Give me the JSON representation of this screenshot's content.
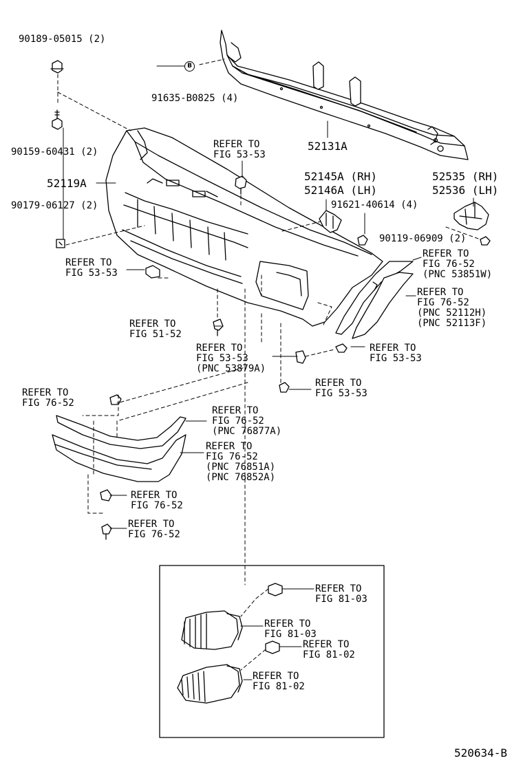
{
  "diagram_code": "520634-B",
  "callout_circle": "B",
  "parts": {
    "clip_top": "90189-05015 (2)",
    "screw_top": "90159-60431 (2)",
    "retainer_left": "90179-06127 (2)",
    "clip_b": "91635-B0825 (4)",
    "reinforcement": "52131A",
    "bumper_cover": "52119A",
    "bracket_rh": "52145A (RH)",
    "bracket_lh": "52146A (LH)",
    "bolt_bracket": "91621-40614 (4)",
    "side_retainer_rh": "52535 (RH)",
    "side_retainer_lh": "52536 (LH)",
    "screw_side": "90119-06909 (2)"
  },
  "references": {
    "fig_53_53_top": [
      "REFER TO",
      "FIG 53-53"
    ],
    "fig_53_53_left": [
      "REFER TO",
      "FIG 53-53"
    ],
    "fig_51_52": [
      "REFER TO",
      "FIG 51-52"
    ],
    "fig_53_53_pnc": [
      "REFER TO",
      "FIG 53-53",
      "(PNC 53879A)"
    ],
    "fig_53_53_right": [
      "REFER TO",
      "FIG 53-53"
    ],
    "fig_53_53_lower": [
      "REFER TO",
      "FIG 53-53"
    ],
    "fig_76_52_53851w": [
      "REFER TO",
      "FIG 76-52",
      "(PNC 53851W)"
    ],
    "fig_76_52_52112h": [
      "REFER TO",
      "FIG 76-52",
      "(PNC 52112H)",
      "(PNC 52113F)"
    ],
    "fig_76_52_left": [
      "REFER TO",
      "FIG 76-52"
    ],
    "fig_76_52_76877a": [
      "REFER TO",
      "FIG 76-52",
      "(PNC 76877A)"
    ],
    "fig_76_52_76851a": [
      "REFER TO",
      "FIG 76-52",
      "(PNC 76851A)",
      "(PNC 76852A)"
    ],
    "fig_76_52_clip": [
      "REFER TO",
      "FIG 76-52"
    ],
    "fig_76_52_screw": [
      "REFER TO",
      "FIG 76-52"
    ],
    "fig_81_03_socket": [
      "REFER TO",
      "FIG 81-03"
    ],
    "fig_81_03_lamp": [
      "REFER TO",
      "FIG 81-03"
    ],
    "fig_81_02_socket": [
      "REFER TO",
      "FIG 81-02"
    ],
    "fig_81_02_lamp": [
      "REFER TO",
      "FIG 81-02"
    ]
  }
}
